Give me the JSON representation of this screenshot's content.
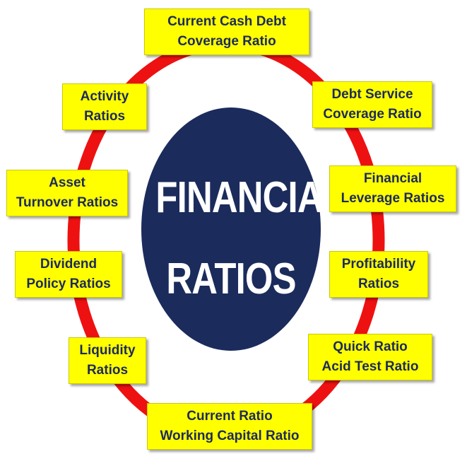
{
  "colors": {
    "ring": "#ee1111",
    "center": "#1b2b5c",
    "box": "#ffff00",
    "box_text": "#1d2a5a",
    "center_text": "#ffffff"
  },
  "center": {
    "line1": "FINANCIAL",
    "line2": "RATIOS"
  },
  "labels": {
    "current_cash_debt": [
      "Current Cash Debt",
      "Coverage Ratio"
    ],
    "debt_service": [
      "Debt Service",
      "Coverage Ratio"
    ],
    "financial_leverage": [
      "Financial",
      "Leverage Ratios"
    ],
    "profitability": [
      "Profitability",
      "Ratios"
    ],
    "quick_ratio": [
      "Quick Ratio",
      "Acid Test Ratio"
    ],
    "current_ratio": [
      "Current Ratio",
      "Working Capital Ratio"
    ],
    "liquidity": [
      "Liquidity",
      "Ratios"
    ],
    "dividend_policy": [
      "Dividend",
      "Policy Ratios"
    ],
    "asset_turnover": [
      "Asset",
      "Turnover Ratios"
    ],
    "activity": [
      "Activity",
      "Ratios"
    ]
  }
}
